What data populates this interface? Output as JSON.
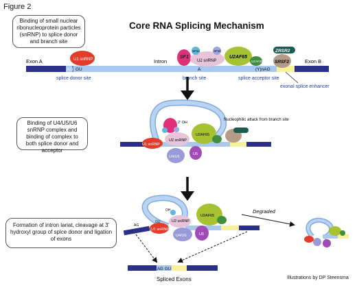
{
  "figure_label": "Figure 2",
  "title": "Core RNA Splicing Mechanism",
  "notes": {
    "step1": "Binding of small nuclear ribonucleoprotein particles (snRNP) to splice donor and branch site",
    "step2": "Binding of U4/U5/U6 snRNP complex and binding of complex to both splice donor and acceptor",
    "step3": "Formation of intron lariat, cleavage at 3' hydroxyl group of splce donor and ligation of exons"
  },
  "gene": {
    "exon_a": "Exon A",
    "intron": "Intron",
    "exon_b": "Exon B",
    "ag": "AG",
    "gu": "GU",
    "a": "A",
    "yn_ag": "(Y)nAG",
    "gu_small": "GU",
    "ag_small": "AG"
  },
  "sites": {
    "donor": "splice donor site",
    "branch": "branch site",
    "acceptor": "splice acceptor site",
    "enhancer": "exonal splice enhancer"
  },
  "proteins": {
    "u1": "U1 snRNP",
    "u2": "U2 snRNP",
    "sf1": "SF1",
    "sf3a": "SF3a",
    "sf3b": "SF3b",
    "u2af65": "U2AF65",
    "u2af35": "U2AF35",
    "zrsr2": "ZRSR2",
    "srsf2": "SRSF2",
    "u4u6": "U4/U6",
    "u5": "U5",
    "oh": "2' OH",
    "oh_short": "OH"
  },
  "step2_label": "Nucleophilic attack from branch site",
  "degraded": "Degraded",
  "spliced_exons": "Spliced Exons",
  "credit": "Illustrations by DP Steensma",
  "colors": {
    "exon": "#2b2f8a",
    "intron": "#a9c8ee",
    "u1": "#e43c2a",
    "u2": "#e8c4d8",
    "sf1": "#e0307a",
    "u2af65": "#a7c230",
    "u2af35": "#3f8f3f",
    "zrsr2": "#1d5b53",
    "srsf2": "#b59c88",
    "u4u6": "#9a9ad8",
    "u5": "#a24bb6",
    "enhancer": "#f6f19a"
  }
}
